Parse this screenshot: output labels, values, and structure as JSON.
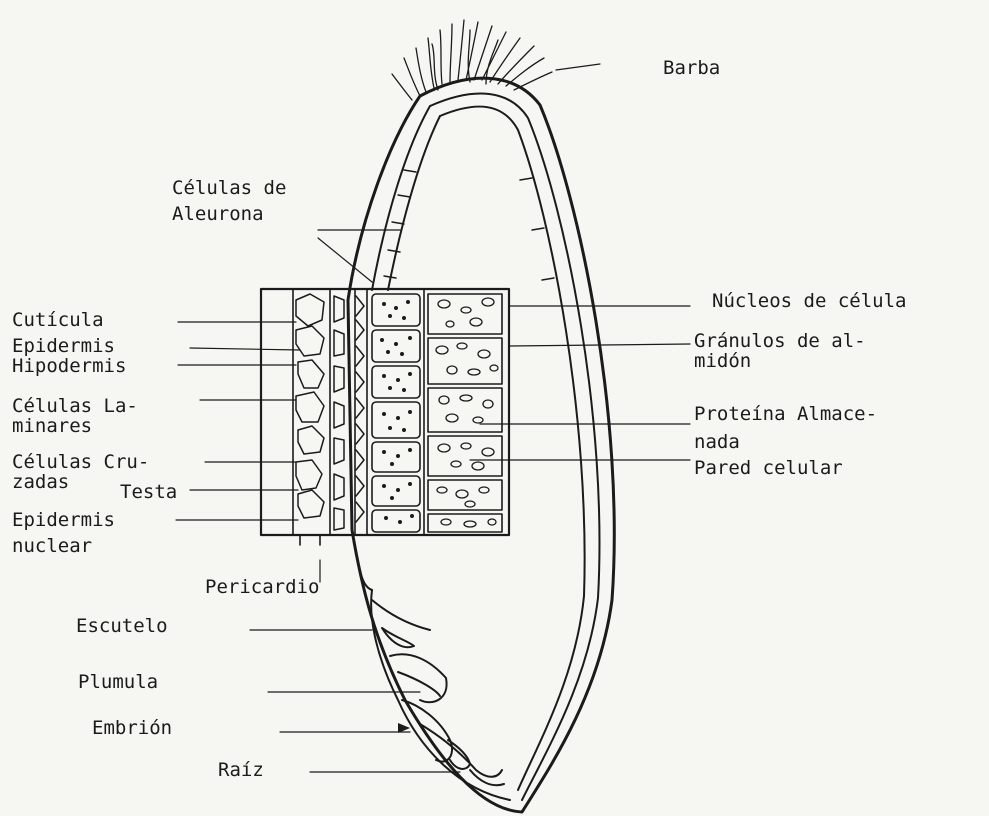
{
  "labels": {
    "barba": "Barba",
    "aleurona_1": "Células de",
    "aleurona_2": "Aleurona",
    "cuticula": "Cutícula",
    "epidermis": "Epidermis",
    "hipodermis": "Hipodermis",
    "laminares_1": "Células La-",
    "laminares_2": "minares",
    "cruzadas_1": "Células Cru-",
    "cruzadas_2": "zadas",
    "testa": "Testa",
    "epi_nuclear_1": "Epidermis",
    "epi_nuclear_2": "nuclear",
    "pericardio": "Pericardio",
    "escutelo": "Escutelo",
    "plumula": "Plumula",
    "embrion": "Embrión",
    "raiz": "Raíz",
    "nucleos": "Núcleos de célula",
    "granulos_1": "Gránulos de al-",
    "granulos_2": "midón",
    "proteina_1": "Proteína Almace-",
    "proteina_2": "nada",
    "pared": "Pared celular"
  },
  "colors": {
    "ink": "#1b1b1b",
    "paper": "#f6f6f3"
  }
}
